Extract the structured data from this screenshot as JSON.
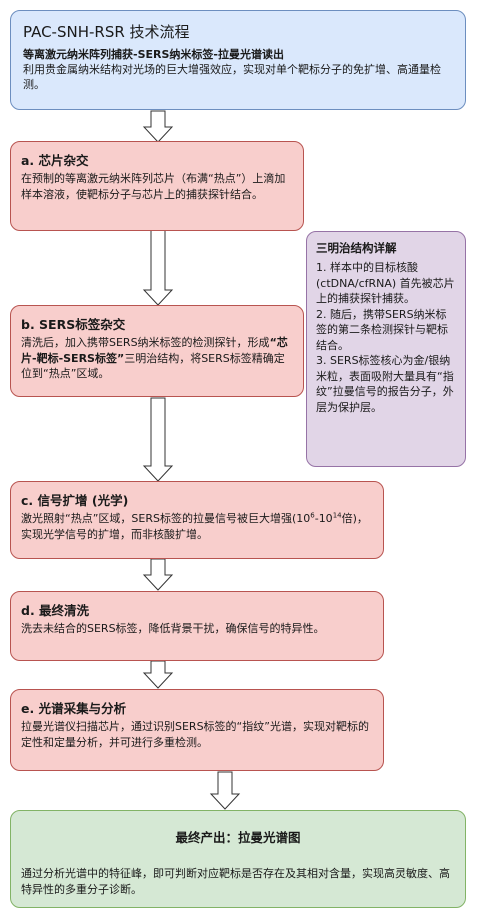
{
  "header": {
    "title": "PAC-SNH-RSR 技术流程",
    "subtitle": "等离激元纳米阵列捕获-SERS纳米标签-拉曼光谱读出",
    "description": "利用贵金属纳米结构对光场的巨大增强效应，实现对单个靶标分子的免扩增、高通量检测。"
  },
  "steps": [
    {
      "title": "a. 芯片杂交",
      "body": "在预制的等离激元纳米阵列芯片（布满“热点”）上滴加样本溶液，使靶标分子与芯片上的捕获探针结合。"
    },
    {
      "title": "b. SERS标签杂交",
      "body_pre": "清洗后，加入携带SERS纳米标签的检测探针，形成",
      "body_bold": "“芯片-靶标-SERS标签”",
      "body_post": "三明治结构，将SERS标签精确定位到“热点”区域。"
    },
    {
      "title": "c. 信号扩增 (光学)",
      "body_pre": "激光照射“热点”区域，SERS标签的拉曼信号被巨大增强(10",
      "sup1": "6",
      "body_mid": "-10",
      "sup2": "14",
      "body_post": "倍)，实现光学信号的扩增，而非核酸扩增。"
    },
    {
      "title": "d. 最终清洗",
      "body": "洗去未结合的SERS标签，降低背景干扰，确保信号的特异性。"
    },
    {
      "title": "e. 光谱采集与分析",
      "body": "拉曼光谱仪扫描芯片，通过识别SERS标签的“指纹”光谱，实现对靶标的定性和定量分析，并可进行多重检测。"
    }
  ],
  "side": {
    "title": "三明治结构详解",
    "items": [
      "1. 样本中的目标核酸(ctDNA/cfRNA) 首先被芯片上的捕获探针捕获。",
      "2. 随后，携带SERS纳米标签的第二条检测探针与靶标结合。",
      "3. SERS标签核心为金/银纳米粒，表面吸附大量具有“指纹”拉曼信号的报告分子，外层为保护层。"
    ]
  },
  "final": {
    "title": "最终产出：拉曼光谱图",
    "body": "通过分析光谱中的特征峰，即可判断对应靶标是否存在及其相对含量，实现高灵敏度、高特异性的多重分子诊断。"
  },
  "colors": {
    "header_fill": "#dae8fc",
    "step_fill": "#f8cecc",
    "side_fill": "#e1d5e7",
    "final_fill": "#d5e8d4"
  }
}
